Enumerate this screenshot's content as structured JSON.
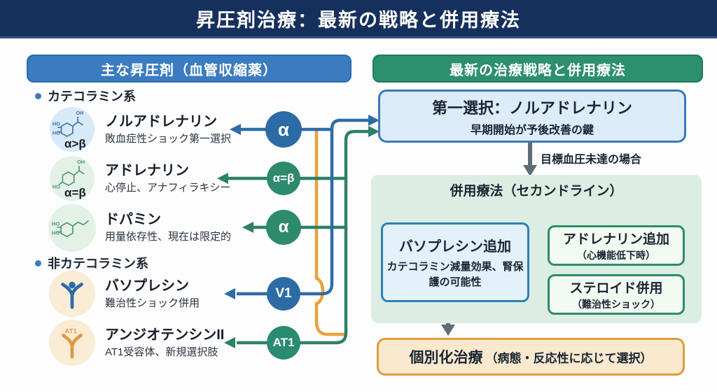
{
  "title": "昇圧剤治療：最新の戦略と併用療法",
  "left_panel": {
    "header": "主な昇圧剤（血管収縮薬）",
    "group_catecholamine": "カテコラミン系",
    "group_non_catecholamine": "非カテコラミン系",
    "drugs": [
      {
        "name": "ノルアドレナリン",
        "desc": "敗血症性ショック第一選択",
        "ratio": "α>β",
        "receptor": "α"
      },
      {
        "name": "アドレナリン",
        "desc": "心停止、アナフィラキシー",
        "ratio": "α=β",
        "receptor": "α=β"
      },
      {
        "name": "ドパミン",
        "desc": "用量依存性、現在は限定的",
        "ratio": "",
        "receptor": "α"
      },
      {
        "name": "バソプレシン",
        "desc": "難治性ショック併用",
        "ratio": "",
        "receptor": "V1"
      },
      {
        "name": "アンジオテンシンII",
        "desc": "AT1受容体、新規選択肢",
        "ratio": "",
        "receptor": "AT1",
        "icon_label": "AT1"
      }
    ],
    "chem": {
      "ho": "HO",
      "oh": "OH"
    }
  },
  "right_panel": {
    "header": "最新の治療戦略と併用療法",
    "first_choice_title": "第一選択：ノルアドレナリン",
    "first_choice_sub": "早期開始が予後改善の鍵",
    "condition_label": "目標血圧未達の場合",
    "second_line_title": "併用療法（セカンドライン）",
    "vasopressin_title": "バソプレシン追加",
    "vasopressin_desc": "カテコラミン減量効果、腎保護の可能性",
    "adrenaline_title": "アドレナリン追加",
    "adrenaline_desc": "（心機能低下時）",
    "steroid_title": "ステロイド併用",
    "steroid_desc": "（難治性ショック）",
    "individualized_title": "個別化治療",
    "individualized_desc": "（病態・反応性に応じて選択）"
  },
  "colors": {
    "topbar_bg": "#16305e",
    "left_header_bg": "#3b7cc0",
    "right_header_bg": "#2c8f6e",
    "line_blue": "#2f6ba8",
    "line_green": "#2e8069",
    "line_orange": "#e8a33d",
    "arrow_gray": "#5f6b78"
  }
}
